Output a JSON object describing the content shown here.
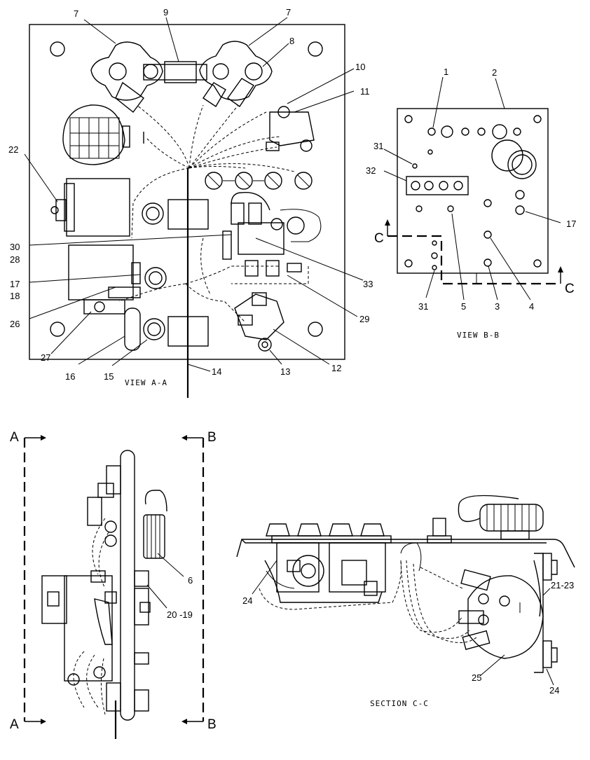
{
  "view_a": {
    "caption": "VIEW A-A",
    "callouts": [
      "7",
      "9",
      "7",
      "8",
      "10",
      "11",
      "22",
      "30",
      "28",
      "17",
      "18",
      "26",
      "27",
      "16",
      "15",
      "14",
      "13",
      "12",
      "29",
      "33"
    ]
  },
  "view_b": {
    "caption": "VIEW B-B",
    "callouts": [
      "1",
      "2",
      "31",
      "32",
      "17",
      "5",
      "3",
      "4",
      "31"
    ],
    "section_marker": "C"
  },
  "side_view": {
    "callouts": [
      "6",
      "20 -19"
    ],
    "section_marker_a": "A",
    "section_marker_b": "B"
  },
  "section_c": {
    "caption": "SECTION C-C",
    "callouts": [
      "24",
      "21-23",
      "25",
      "24"
    ]
  }
}
